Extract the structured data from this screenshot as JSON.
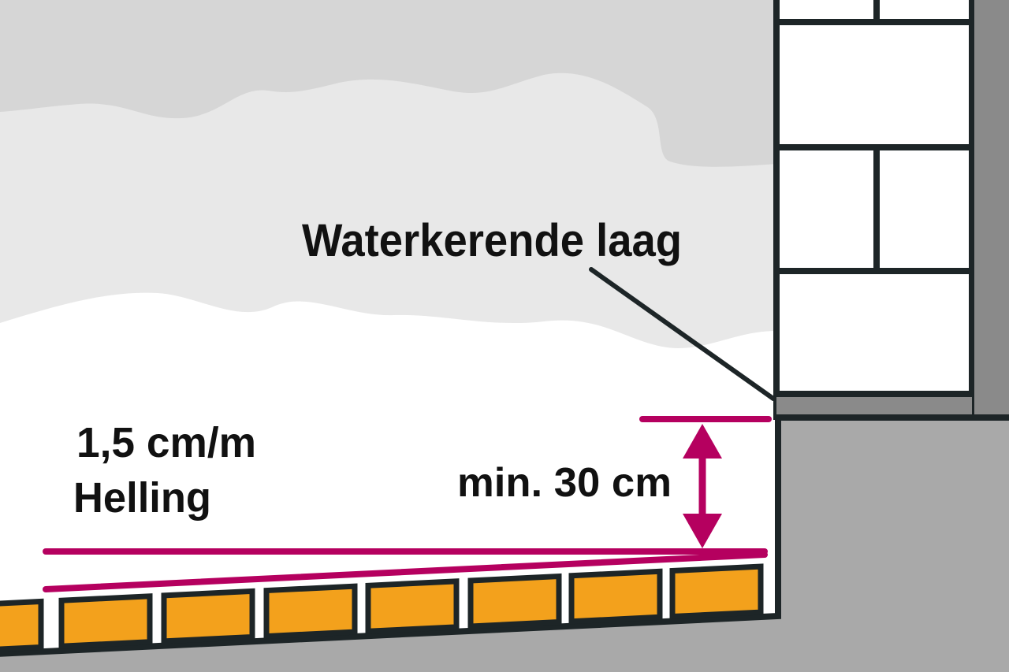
{
  "labels": {
    "waterproof_layer": "Waterkerende laag",
    "slope_value": "1,5 cm/m",
    "slope_word": "Helling",
    "min_height": "min. 30 cm"
  },
  "colors": {
    "accent": "#b5005f",
    "tile": "#f3a11c",
    "ground": "#a9a9a9",
    "wall": "#8a8a8a",
    "sky_dark": "#d6d6d6",
    "sky_mid": "#e8e8e8",
    "outline": "#1d2527"
  }
}
